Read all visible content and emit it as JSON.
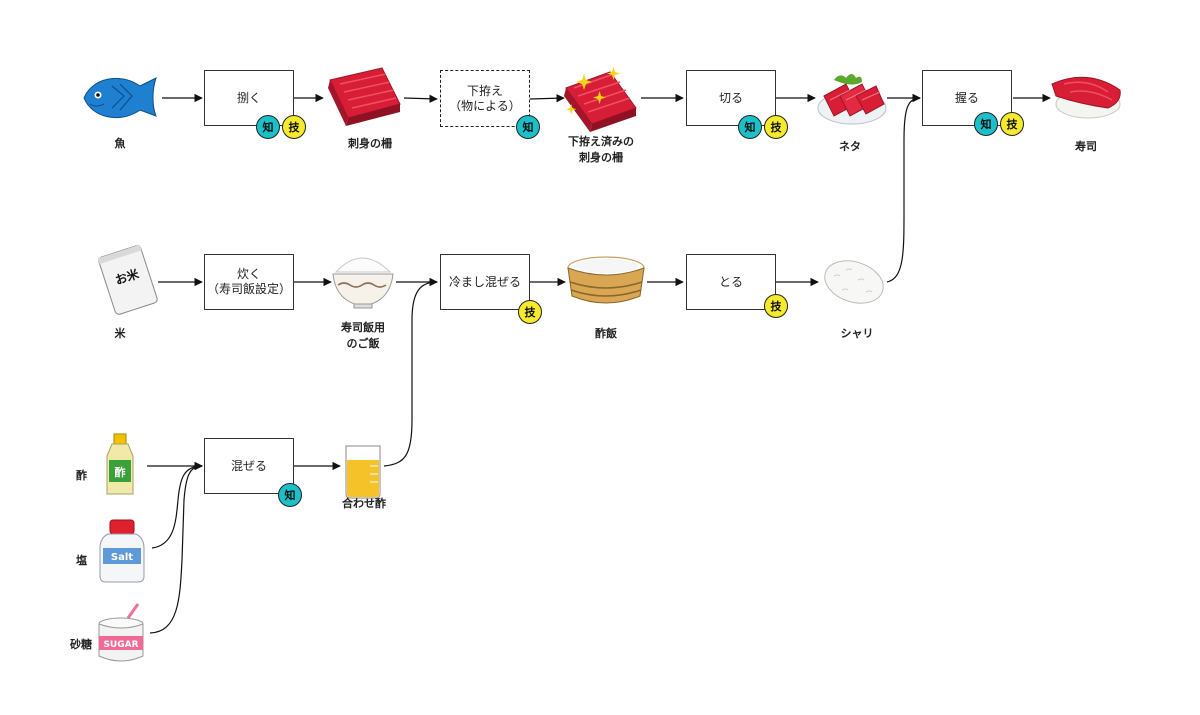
{
  "process": {
    "p1": "捌く",
    "p2": "下拵え\n（物による）",
    "p3": "切る",
    "p4": "握る",
    "p5": "炊く\n（寿司飯設定）",
    "p6": "冷まし混ぜる",
    "p7": "とる",
    "p8": "混ぜる"
  },
  "badge": {
    "knowledge": "知",
    "skill": "技"
  },
  "items": {
    "fish": "魚",
    "saku": "刺身の柵",
    "saku_prepped": "下拵え済みの\n刺身の柵",
    "neta": "ネタ",
    "sushi": "寿司",
    "rice": "米",
    "sushi_rice": "寿司飯用\nのご飯",
    "sumeshi": "酢飯",
    "shari": "シャリ",
    "vinegar": "酢",
    "salt": "塩",
    "sugar": "砂糖",
    "awasezu": "合わせ酢"
  },
  "icon_text": {
    "rice_bag": "お米",
    "vinegar_bottle": "酢",
    "salt_shaker": "Salt",
    "sugar_pot": "SUGAR"
  },
  "colors": {
    "knowledge_badge": "#1bc0c9",
    "skill_badge": "#f6ea2c",
    "fish": "#1f7fd1",
    "tuna": "#d81e36"
  }
}
